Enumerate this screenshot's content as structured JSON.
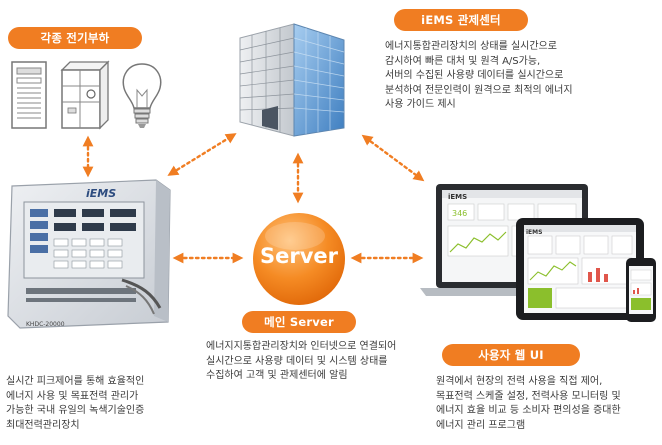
{
  "colors": {
    "accent": "#f07d22",
    "server_light": "#ffb463",
    "server_dark": "#e76a0e",
    "device_panel": "#dfe3e8",
    "building_glass": "#6ea6d8"
  },
  "loads": {
    "title": "각종 전기부하",
    "icons": [
      "server-rack-icon",
      "distribution-cabinet-icon",
      "light-bulb-icon"
    ]
  },
  "center": {
    "title": "iEMS 관제센터",
    "description": "에너지통합관리장치의 상태를 실시간으로\n감시하여 빠른 대처 및 원격 A/S가능,\n서버의 수집된 사용량 데이터를 실시간으로\n분석하여 전문인력이 원격으로 최적의 에너지\n사용 가이드 제시"
  },
  "server": {
    "label": "Server",
    "title": "메인 Server",
    "description": "에너지지통합관리장치와 인터넷으로 연결되어\n실시간으로 사용량 데이터 및 시스템 상태를\n수집하여 고객 및 관제센터에 알림"
  },
  "device": {
    "brand": "iEMS",
    "model": "KHDC-20000",
    "description": "실시간 피크제어를 통해 효율적인\n에너지 사용 및 목표전력 관리가\n가능한 국내 유일의 녹색기술인증\n최대전력관리장치"
  },
  "web": {
    "title": "사용자 웹 UI",
    "brand": "iEMS",
    "description": "원격에서 현장의 전력 사용을 직접 제어,\n목표전력 스케줄 설정, 전력사용 모니터링 및\n에너지 효율 비교 등 소비자 편의성을 증대한\n에너지 관리 프로그램"
  }
}
